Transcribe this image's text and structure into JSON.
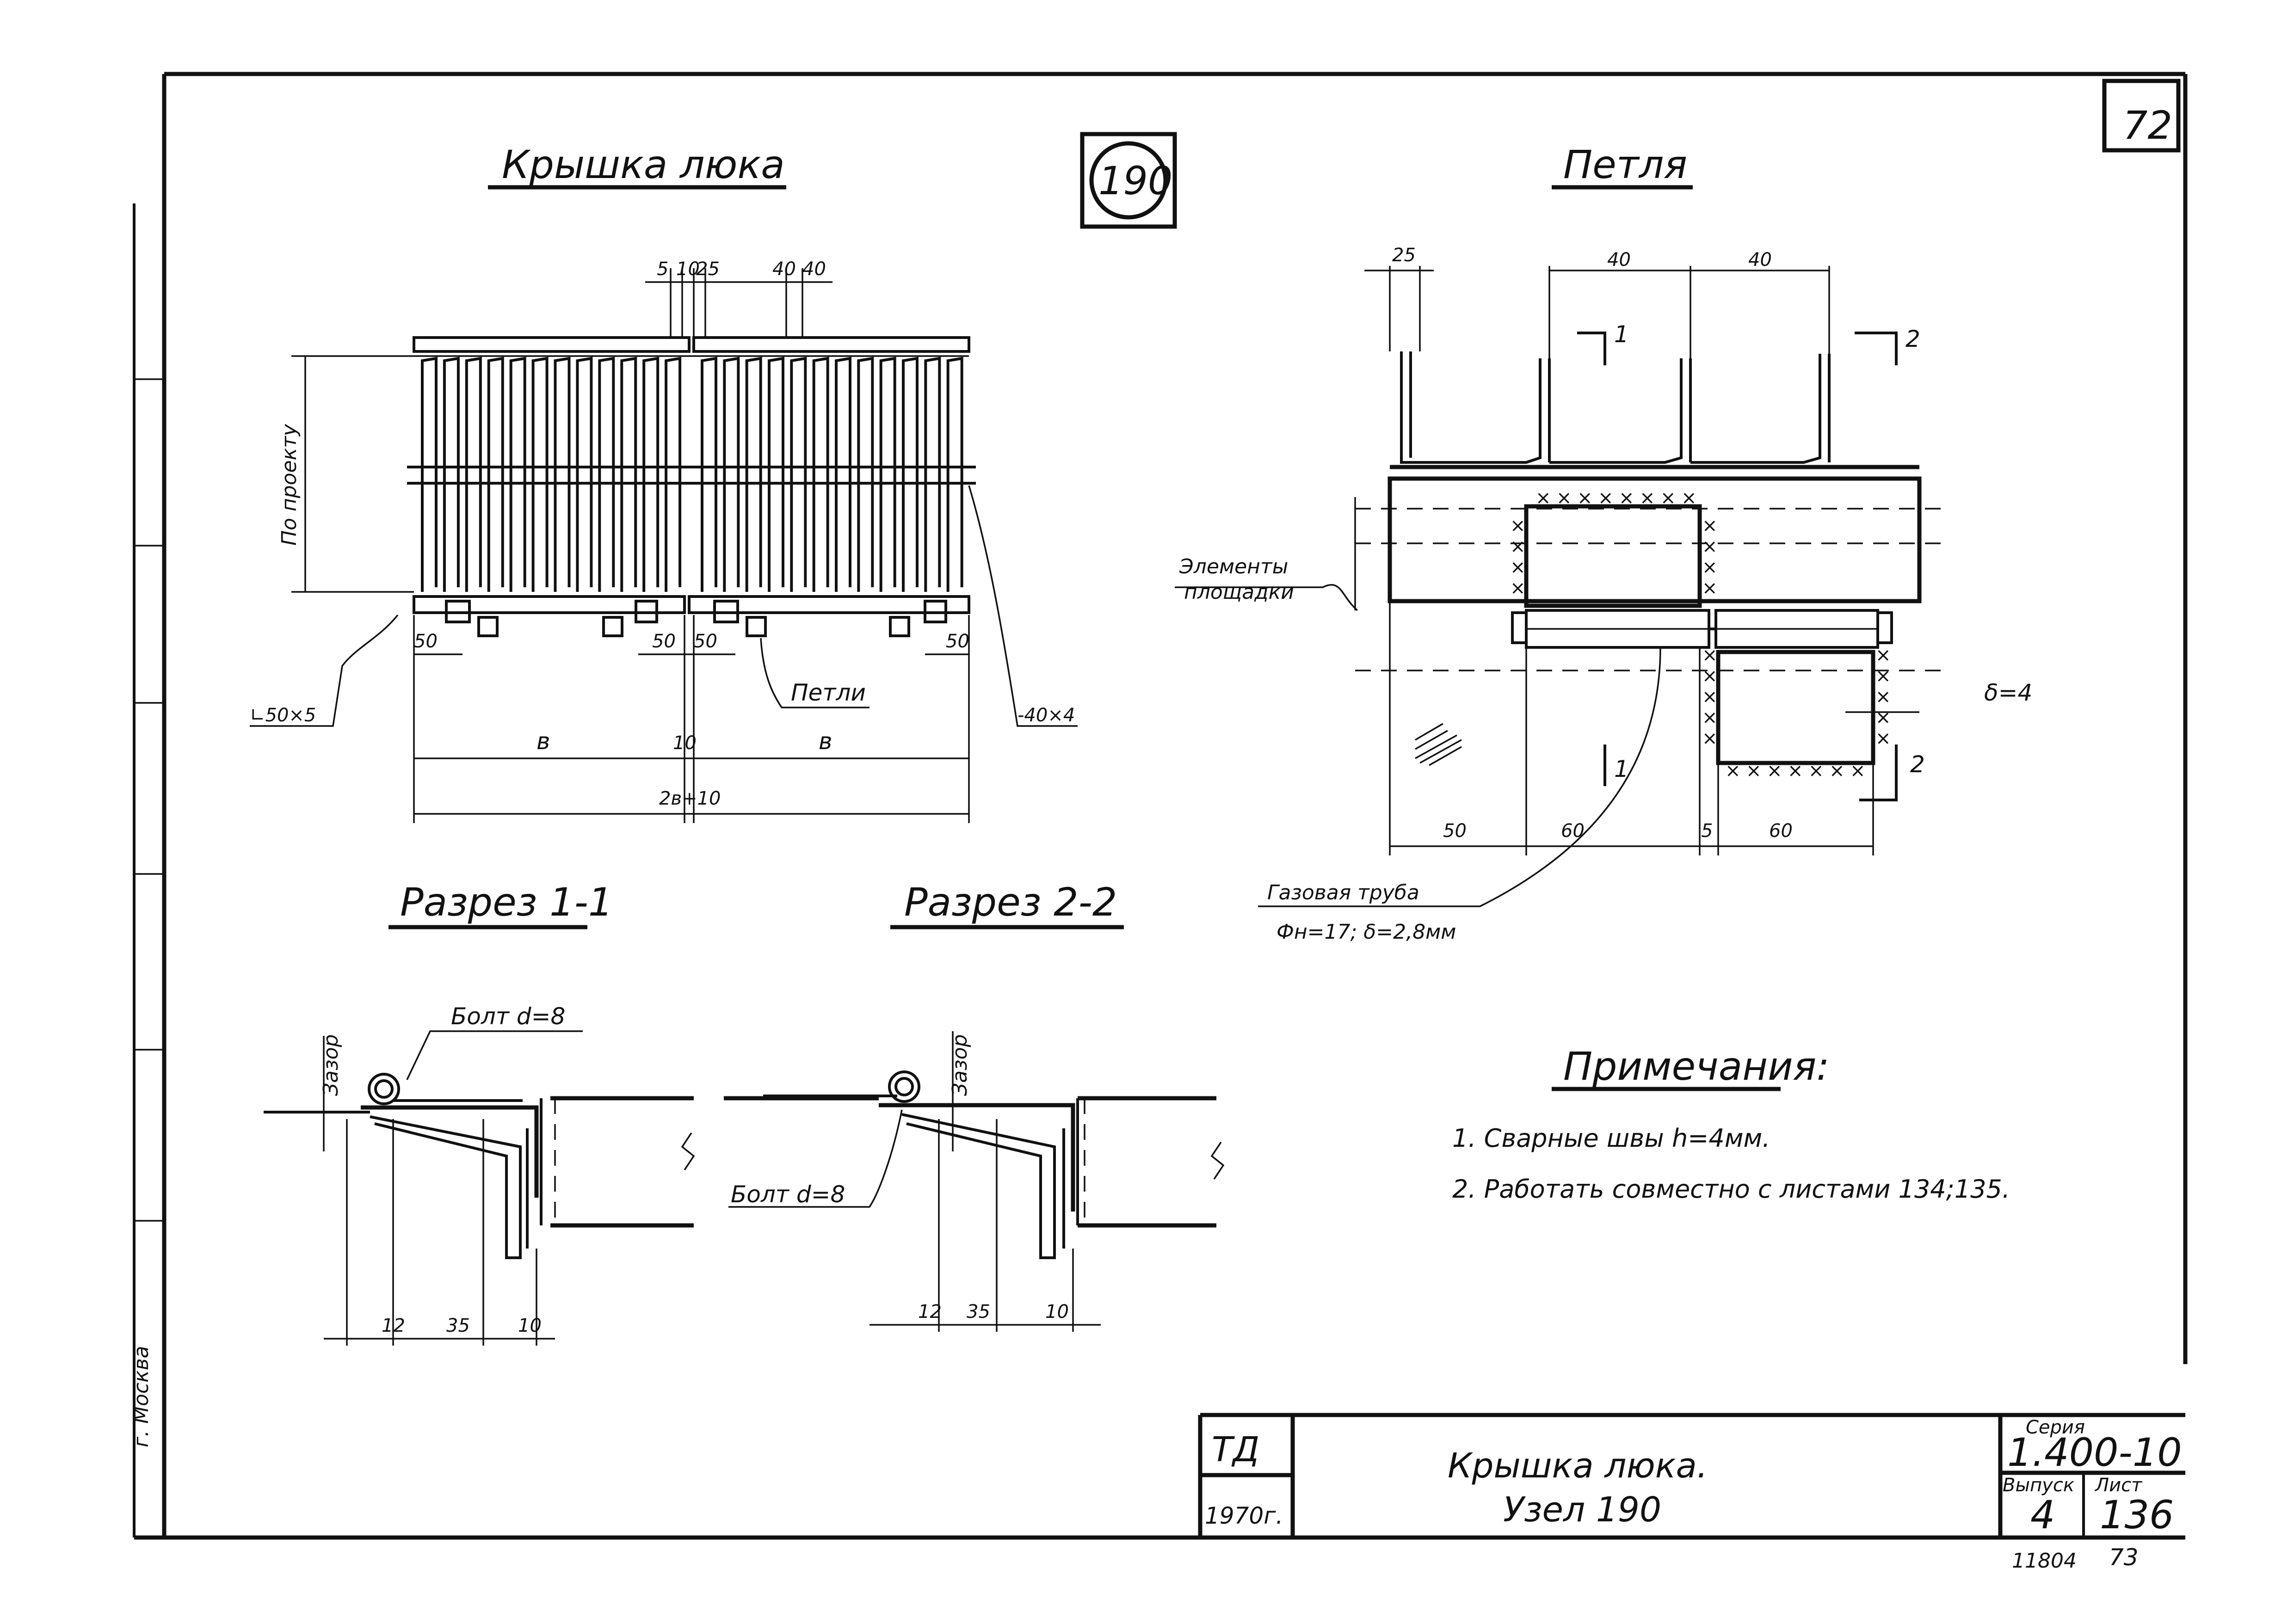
{
  "sheet": {
    "page_number": "72",
    "node_number": "190"
  },
  "views": {
    "lid_title": "Крышка люка",
    "loop_title": "Петля",
    "section1_title": "Разрез 1-1",
    "section2_title": "Разрез 2-2"
  },
  "lid": {
    "dims_top": [
      "5",
      "10",
      "25",
      "40",
      "40"
    ],
    "height_label": "По проекту",
    "dims_bottom": [
      "50",
      "50",
      "50",
      "50"
    ],
    "dim_b_left": "в",
    "dim_gap": "10",
    "dim_b_right": "в",
    "dim_total": "2в+10",
    "angle_label": "∟50×5",
    "strip_label": "-40×4",
    "loops_label": "Петли"
  },
  "loop": {
    "dims_top": [
      "25",
      "40",
      "40"
    ],
    "section_marks": [
      "1",
      "2",
      "1",
      "2"
    ],
    "elements_label_1": "Элементы",
    "elements_label_2": "площадки",
    "delta_label": "δ=4",
    "dims_bottom": [
      "50",
      "60",
      "5",
      "60"
    ],
    "pipe_label": "Газовая труба",
    "pipe_spec": "Фн=17; δ=2,8мм"
  },
  "sections": {
    "gap_label": "Зазор",
    "bolt_label": "Болт d=8",
    "dims": [
      "12",
      "35",
      "10"
    ]
  },
  "notes": {
    "title": "Примечания:",
    "items": [
      "1. Сварные швы h=4мм.",
      "2. Работать совместно с листами 134;135."
    ]
  },
  "title_block": {
    "org": "ТД",
    "year": "1970г.",
    "name_line1": "Крышка люка.",
    "name_line2": "Узел 190",
    "series_label": "Серия",
    "series_value": "1.400-10",
    "issue_label": "Выпуск",
    "issue_value": "4",
    "sheet_label": "Лист",
    "sheet_value": "136"
  },
  "footer": {
    "archive_number": "11804",
    "page_number": "73"
  },
  "margin": {
    "city_stamp": "г. Москва"
  }
}
